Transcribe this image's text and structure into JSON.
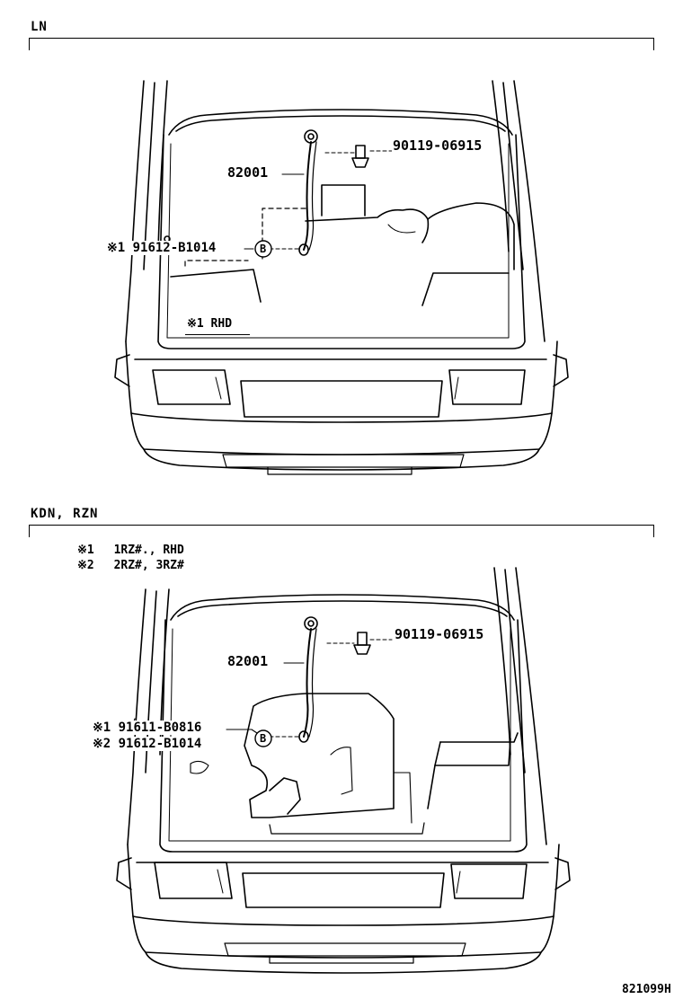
{
  "sections": [
    {
      "title": "LN",
      "parts": {
        "cable": "82001",
        "bolt": "90119-06915",
        "nut": "※1 91612-B1014"
      },
      "note": "※1 RHD",
      "callout": "B"
    },
    {
      "title": "KDN, RZN",
      "notes": [
        {
          "mark": "※1",
          "text": "1RZ#., RHD"
        },
        {
          "mark": "※2",
          "text": "2RZ#, 3RZ#"
        }
      ],
      "parts": {
        "cable": "82001",
        "bolt": "90119-06915",
        "nut1": "※1 91611-B0816",
        "nut2": "※2 91612-B1014"
      },
      "callout": "B"
    }
  ],
  "diagram_code": "821099H"
}
